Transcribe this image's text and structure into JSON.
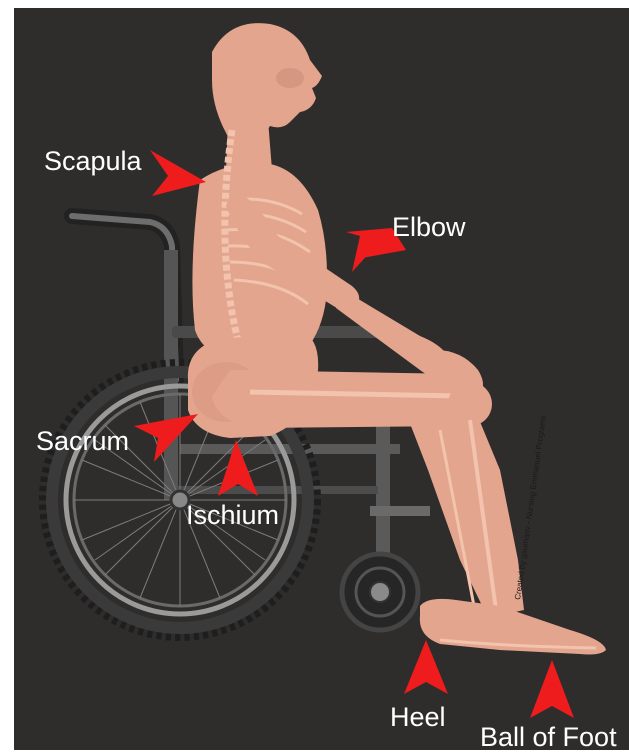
{
  "figure": {
    "colors": {
      "background": "#2f2d2c",
      "skin": "#e3a58e",
      "bone": "#f2c3ad",
      "arrow": "#ee1c1c",
      "label": "#ffffff",
      "frame": "#8a8a8a",
      "tire": "#3a3a3a"
    },
    "labels": {
      "scapula": "Scapula",
      "elbow": "Elbow",
      "sacrum": "Sacrum",
      "ischium": "Ischium",
      "heel": "Heel",
      "ball_of_foot": "Ball of Foot"
    },
    "credit": "Created by gaumanv - Nursing Emmanuel Programs",
    "icons": [
      "wheelchair",
      "skeleton-figure",
      "pressure-point-arrow"
    ]
  }
}
